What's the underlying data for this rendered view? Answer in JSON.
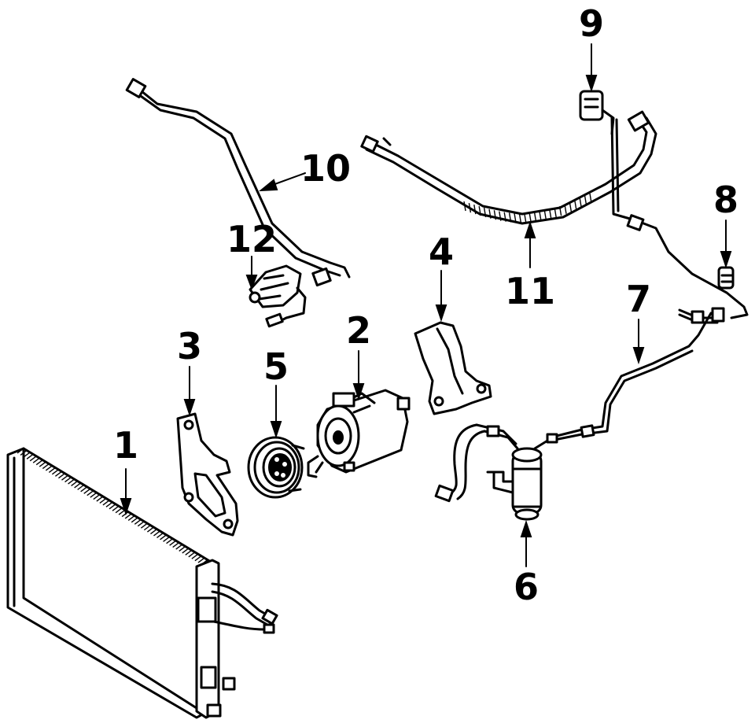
{
  "diagram": {
    "background": "#ffffff",
    "line_color": "#000000",
    "callouts": [
      {
        "id": "1",
        "label": "1"
      },
      {
        "id": "2",
        "label": "2"
      },
      {
        "id": "3",
        "label": "3"
      },
      {
        "id": "4",
        "label": "4"
      },
      {
        "id": "5",
        "label": "5"
      },
      {
        "id": "6",
        "label": "6"
      },
      {
        "id": "7",
        "label": "7"
      },
      {
        "id": "8",
        "label": "8"
      },
      {
        "id": "9",
        "label": "9"
      },
      {
        "id": "10",
        "label": "10"
      },
      {
        "id": "11",
        "label": "11"
      },
      {
        "id": "12",
        "label": "12"
      }
    ]
  }
}
